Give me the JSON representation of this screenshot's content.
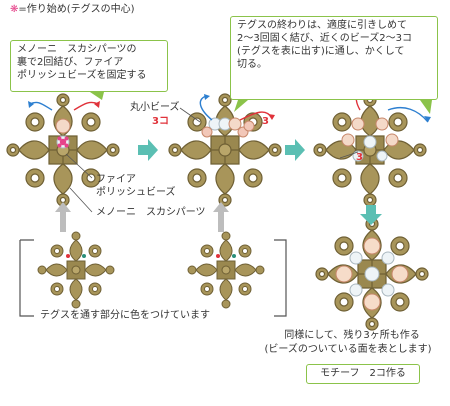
{
  "legend": {
    "mark": "❋",
    "text": "=作り始め(テグスの中心)"
  },
  "step1_box": {
    "line1": "メノーニ　スカシパーツの",
    "line2": "裏で2回結び、ファイア",
    "line3": "ポリッシュビーズを固定する"
  },
  "step1_labels": {
    "beads": "ファイア\nポリッシュビーズ",
    "part": "メノーニ　スカシパーツ"
  },
  "step2_labels": {
    "beads_name": "丸小ビーズ",
    "beads_count": "3コ",
    "right_count": "3",
    "mid_count": "3"
  },
  "step3_box": {
    "line1": "テグスの終わりは、適度に引きしめて",
    "line2": "2〜3回固く結び、近くのビーズ2〜3コ",
    "line3": "(テグスを表に出す)に通し、かくして",
    "line4": "切る。"
  },
  "bottom_left_caption": "テグスを通す部分に色をつけています",
  "finish_note": {
    "line1": "同様にして、残り3ヶ所も作る",
    "line2": "(ビーズのついている面を表とします)"
  },
  "result_box": "モチーフ　2コ作る",
  "colors": {
    "box_border": "#8bc34a",
    "arrow": "#5bbfb3",
    "metal": "#8b7a4a",
    "mark": "#e5438a"
  }
}
